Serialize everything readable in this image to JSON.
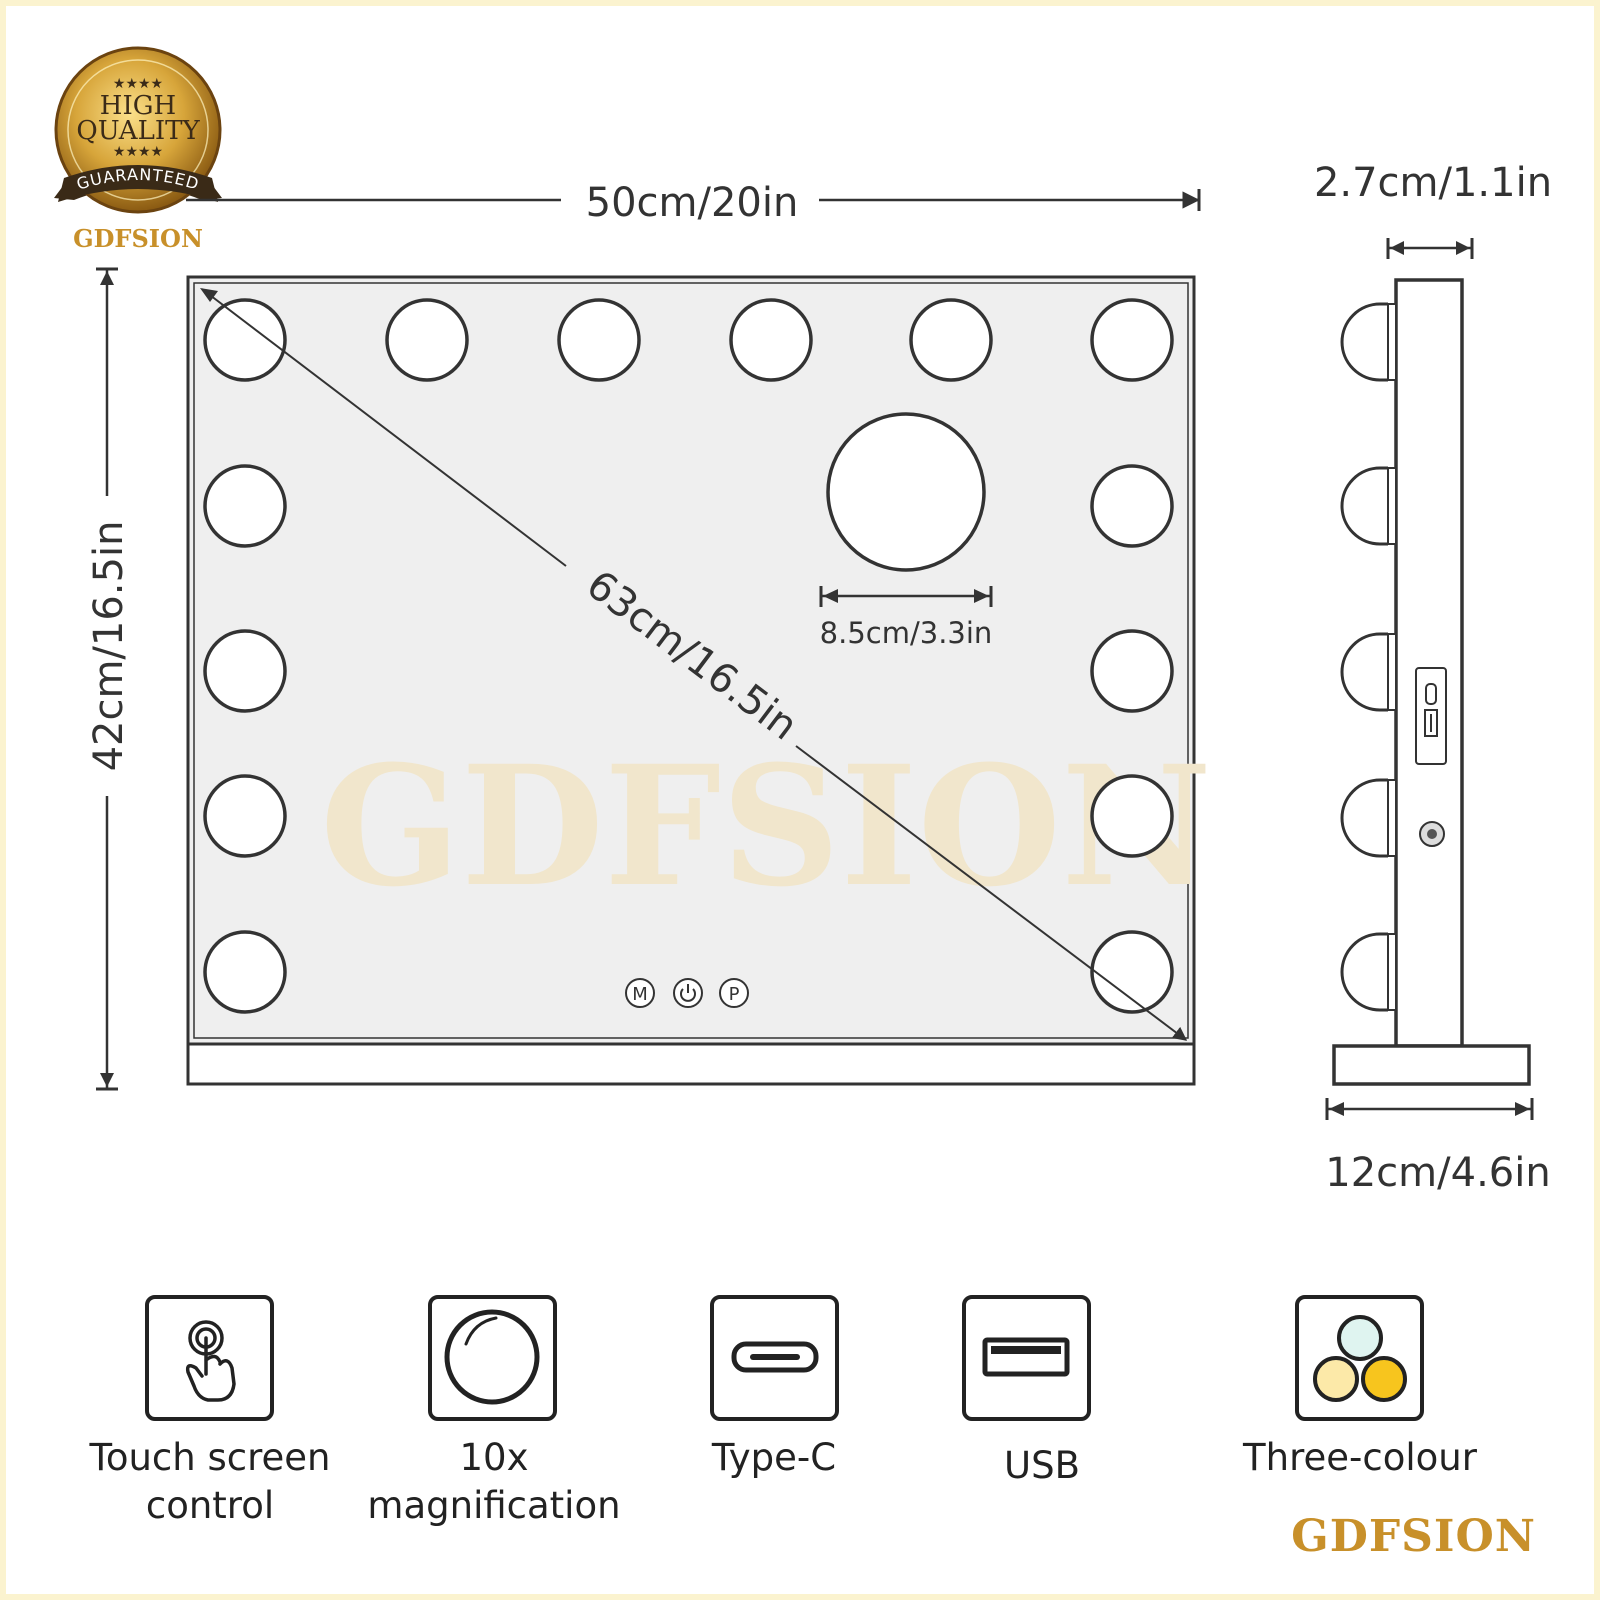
{
  "badge": {
    "line1": "HIGH",
    "line2": "QUALITY",
    "ribbon": "GUARANTEED",
    "stars": "★★★★"
  },
  "brand": {
    "name": "GDFSION",
    "color": "#c8902a",
    "watermark_color": "#f1e6cc"
  },
  "dimensions": {
    "width": "50cm/20in",
    "height": "42cm/16.5in",
    "diagonal": "63cm/16.5in",
    "magnifier": "8.5cm/3.3in",
    "depth": "2.7cm/1.1in",
    "base": "12cm/4.6in"
  },
  "touch_buttons": [
    "M",
    "P"
  ],
  "features": [
    {
      "label": "Touch screen\ncontrol",
      "icon": "touch-hand-icon"
    },
    {
      "label": "10x\nmagnification",
      "icon": "magnifier-icon"
    },
    {
      "label": "Type-C",
      "icon": "type-c-port-icon"
    },
    {
      "label": "USB",
      "icon": "usb-port-icon"
    },
    {
      "label": "Three-colour",
      "icon": "three-colour-icon"
    }
  ],
  "colors": {
    "frame_border": "#fbf3cf",
    "line": "#333333",
    "mirror_fill": "#efefef",
    "light_cool": "#dff4f0",
    "light_warm": "#fce9a8",
    "light_yellow": "#f7c51e"
  }
}
